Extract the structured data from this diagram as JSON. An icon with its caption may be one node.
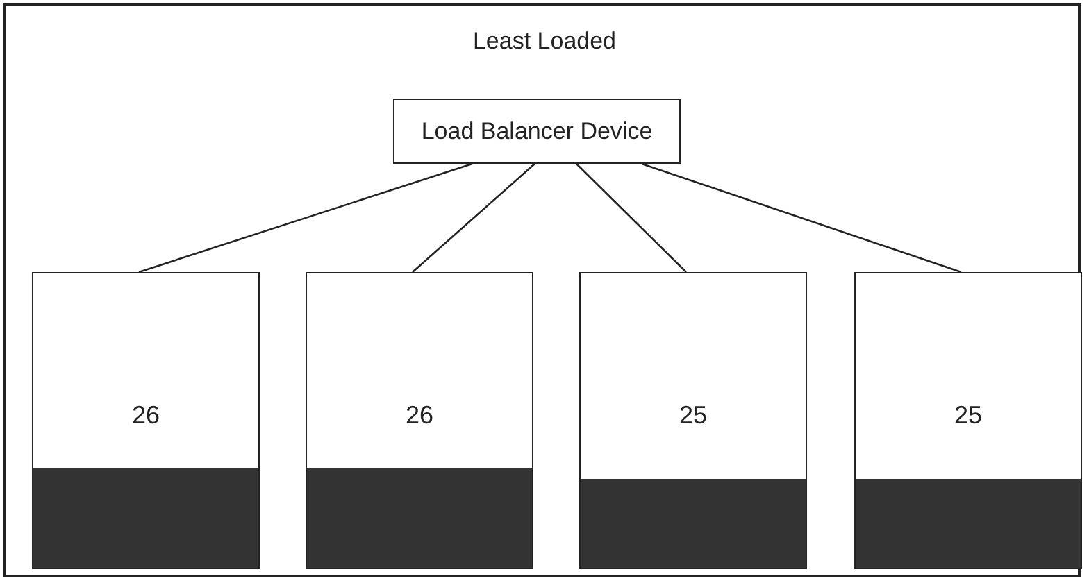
{
  "diagram": {
    "title": "Least Loaded",
    "nodes": [
      {
        "text": [
          "Load Balancer Device"
        ]
      },
      {
        "text": [
          "26"
        ]
      },
      {
        "text": [],
        "shape": "bar",
        "in": 1
      },
      {
        "text": [
          "26"
        ]
      },
      {
        "text": [],
        "shape": "bar",
        "in": 3
      },
      {
        "text": [
          "25"
        ]
      },
      {
        "text": [],
        "shape": "bar",
        "in": 5
      },
      {
        "text": [
          "25"
        ]
      },
      {
        "text": [],
        "shape": "bar",
        "in": 7
      }
    ],
    "edges": [
      {
        "from": 0,
        "to": 1,
        "arrow": "none"
      },
      {
        "from": 0,
        "to": 3,
        "arrow": "none"
      },
      {
        "from": 0,
        "to": 5,
        "arrow": "none"
      },
      {
        "from": 0,
        "to": 7,
        "arrow": "none"
      }
    ]
  }
}
